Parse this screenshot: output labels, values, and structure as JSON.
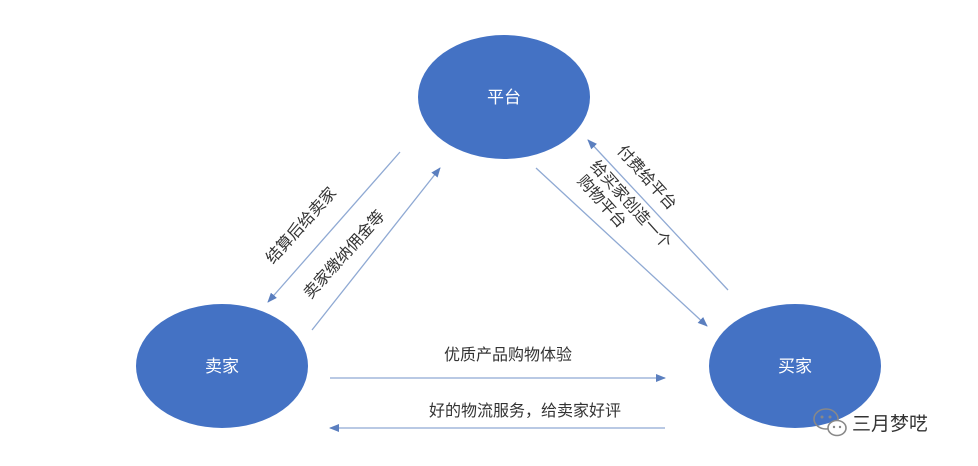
{
  "nodes": {
    "platform": "平台",
    "seller": "卖家",
    "buyer": "买家"
  },
  "edges": {
    "platform_to_seller": "结算后给卖家",
    "seller_to_platform": "卖家缴纳佣金等",
    "buyer_to_platform": "付费给平台",
    "platform_to_buyer_line1": "给买家创造一个",
    "platform_to_buyer_line2": "购物平台",
    "seller_to_buyer": "优质产品购物体验",
    "buyer_to_seller": "好的物流服务，给卖家好评"
  },
  "watermark": {
    "text": "三月梦呓",
    "icon": "wechat-icon"
  },
  "colors": {
    "node_fill": "#4472c4",
    "arrow": "#8fa9d3",
    "arrow_head": "#5b7fbf"
  }
}
